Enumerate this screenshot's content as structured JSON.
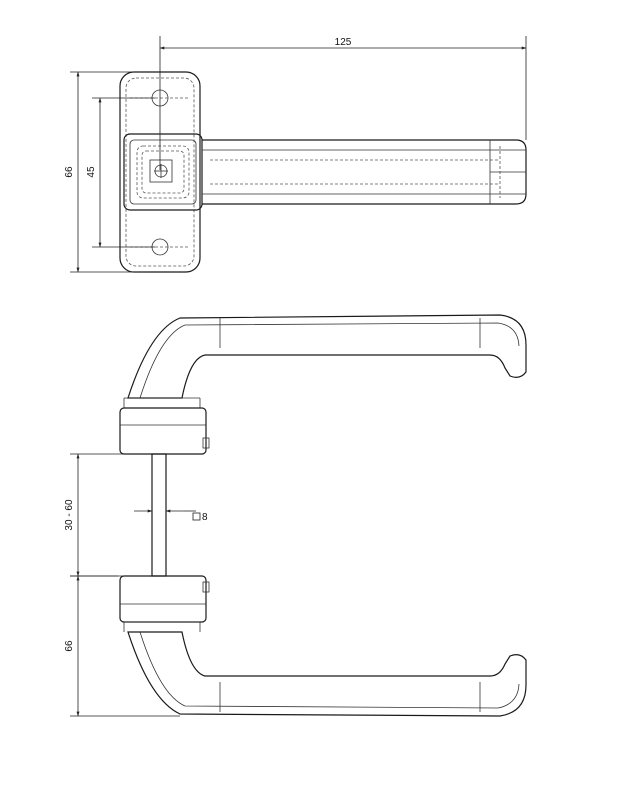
{
  "dimensions": {
    "overall_length": "125",
    "rose_height": "66",
    "screw_spacing": "45",
    "door_thickness": "30 - 60",
    "spindle": "8",
    "lower_rose_height": "66"
  }
}
